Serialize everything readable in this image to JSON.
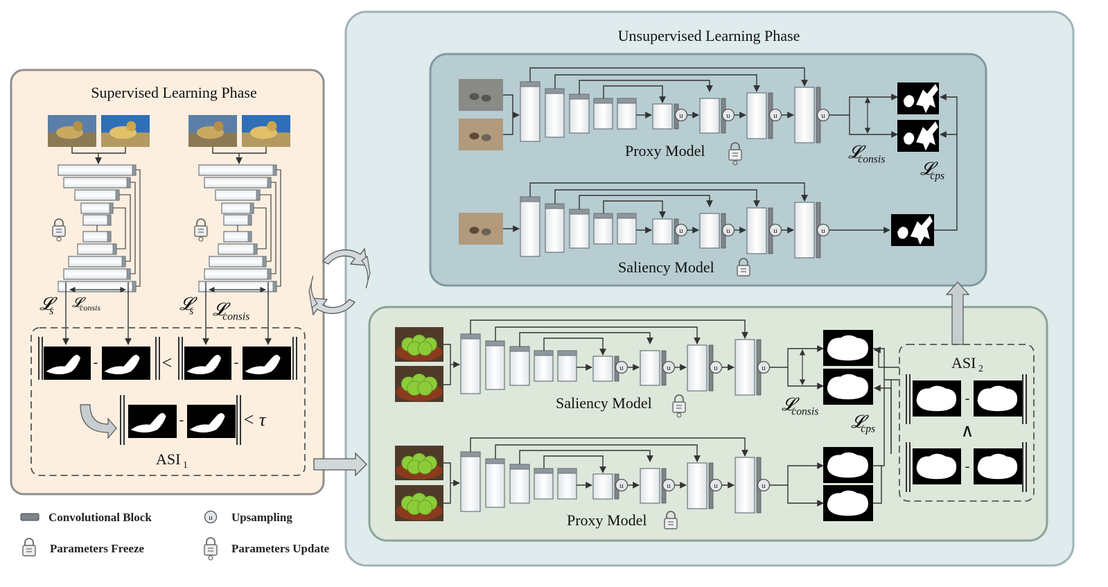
{
  "sections": {
    "supervised": "Supervised Learning Phase",
    "unsupervised": "Unsupervised Learning Phase"
  },
  "models": {
    "proxy": "Proxy Model",
    "saliency": "Saliency Model"
  },
  "losses": {
    "s_script": "𝓛",
    "s_sub": "s",
    "consis_script": "𝓛",
    "consis_sub": "consis",
    "cps_script": "𝓛",
    "cps_sub": "cps"
  },
  "asi": {
    "asi1": "ASI",
    "asi1_sub": "1",
    "asi2": "ASI",
    "asi2_sub": "2",
    "lt": "<",
    "tau": "< τ",
    "wedge": "∧",
    "minus": "-"
  },
  "upsample_glyph": "u",
  "legend": {
    "conv": "Convolutional Block",
    "upsampling": "Upsampling",
    "freeze": "Parameters Freeze",
    "update": "Parameters Update"
  },
  "icons": {
    "conv": "conv-block-icon",
    "upsample": "upsample-icon",
    "freeze": "lock-closed-icon",
    "update": "lock-open-icon",
    "cycle": "cycle-arrows-icon"
  },
  "colors": {
    "supervised_bg": "#fcefe0",
    "outer_bg": "#dfebec",
    "top_panel": "#b7cdd1",
    "bottom_panel": "#dde7da",
    "block_fill": "#f4f6f8",
    "block_stroke": "#6c767c",
    "block_cap": "#8d979d",
    "dark_bar": "#7d858b"
  }
}
